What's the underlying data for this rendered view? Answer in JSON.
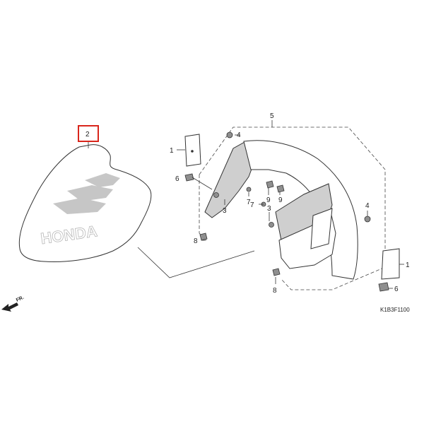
{
  "diagram": {
    "part_numbers": {
      "p1a": "1",
      "p1b": "1",
      "p2": "2",
      "p3a": "3",
      "p3b": "3",
      "p4a": "4",
      "p4b": "4",
      "p5": "5",
      "p6a": "6",
      "p6b": "6",
      "p7a": "7",
      "p7b": "7",
      "p8a": "8",
      "p8b": "8",
      "p9a": "9",
      "p9b": "9"
    },
    "fender_logo_text": "HONDA",
    "direction_label": "FR.",
    "figure_code": "K1B3F1100",
    "highlight_color": "#d9261c"
  }
}
